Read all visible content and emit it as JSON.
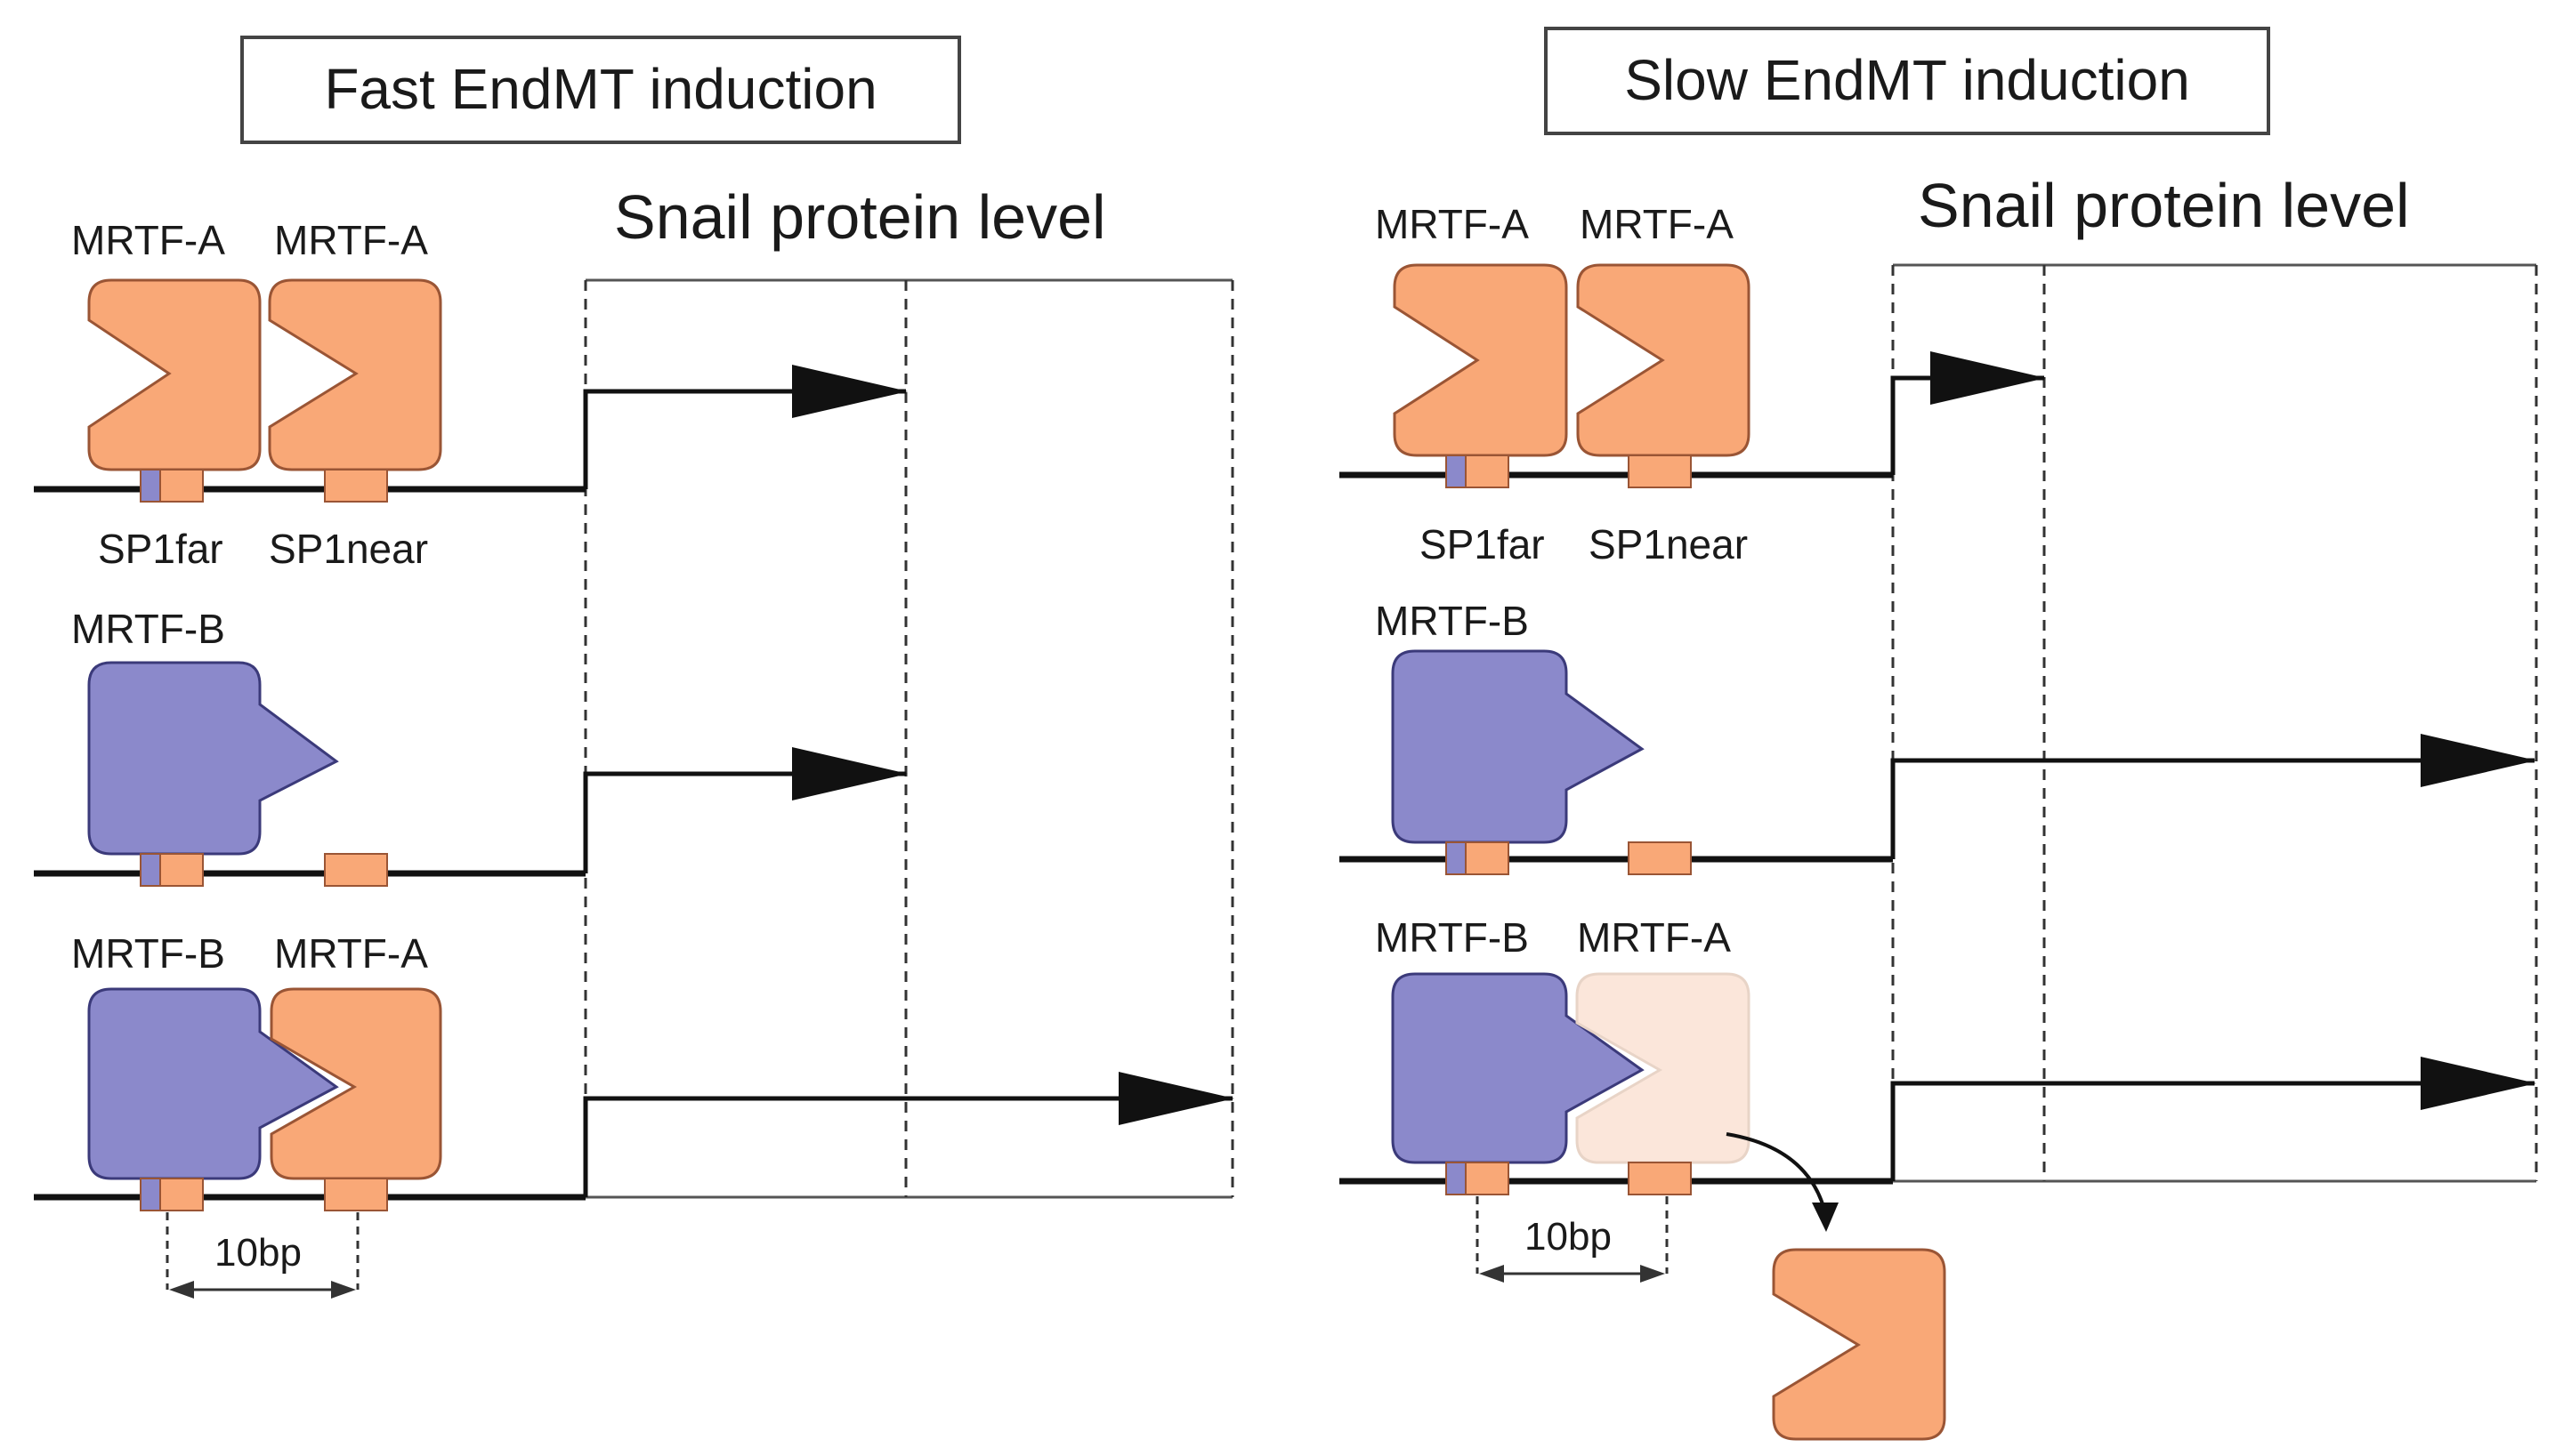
{
  "colors": {
    "mrtf_a": "#f9a877",
    "mrtf_a_faded": "#fbe6da",
    "mrtf_b": "#8b89cb",
    "site": "#f9a877",
    "line": "#111111",
    "box_border": "#444444"
  },
  "left_panel": {
    "title": "Fast EndMT induction",
    "snail_label": "Snail protein level",
    "row1": {
      "label_left": "MRTF-A",
      "label_right": "MRTF-A",
      "site_far": "SP1far",
      "site_near": "SP1near"
    },
    "row2": {
      "label_left": "MRTF-B"
    },
    "row3": {
      "label_left": "MRTF-B",
      "label_right": "MRTF-A",
      "spacing": "10bp"
    }
  },
  "right_panel": {
    "title": "Slow EndMT induction",
    "snail_label": "Snail protein level",
    "row1": {
      "label_left": "MRTF-A",
      "label_right": "MRTF-A",
      "site_far": "SP1far",
      "site_near": "SP1near"
    },
    "row2": {
      "label_left": "MRTF-B"
    },
    "row3": {
      "label_left": "MRTF-B",
      "label_right": "MRTF-A",
      "spacing": "10bp"
    }
  }
}
